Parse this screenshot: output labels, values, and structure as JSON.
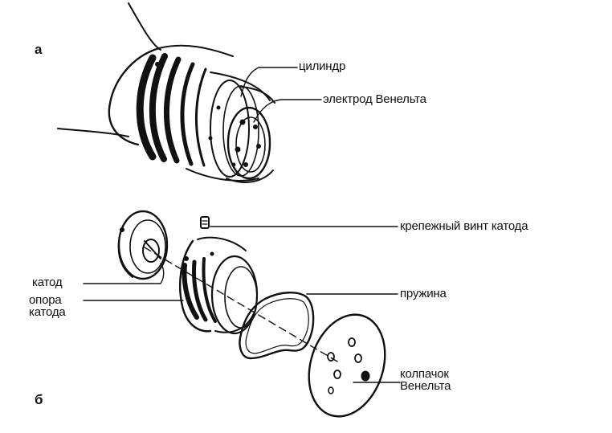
{
  "panels": {
    "a": "а",
    "b": "б"
  },
  "labels": {
    "cylinder": "цилиндр",
    "wehnelt_electrode": "электрод Венельта",
    "cathode_screw": "крепежный винт катода",
    "cathode": "катод",
    "cathode_support_line1": "опора",
    "cathode_support_line2": "катода",
    "spring": "пружина",
    "wehnelt_cap_line1": "колпачок",
    "wehnelt_cap_line2": "Венельта"
  }
}
